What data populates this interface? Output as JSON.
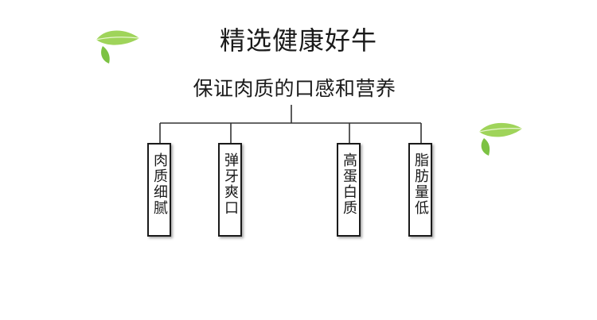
{
  "title": "精选健康好牛",
  "subtitle": "保证肉质的口感和营养",
  "items": [
    {
      "label": "肉质细腻"
    },
    {
      "label": "弹牙爽口"
    },
    {
      "label": "高蛋白质"
    },
    {
      "label": "脂肪量低"
    }
  ],
  "colors": {
    "line": "#333333",
    "leaf_light": "#b9e07a",
    "leaf_dark": "#6fb43a"
  },
  "icons": [
    "leaf-icon"
  ]
}
